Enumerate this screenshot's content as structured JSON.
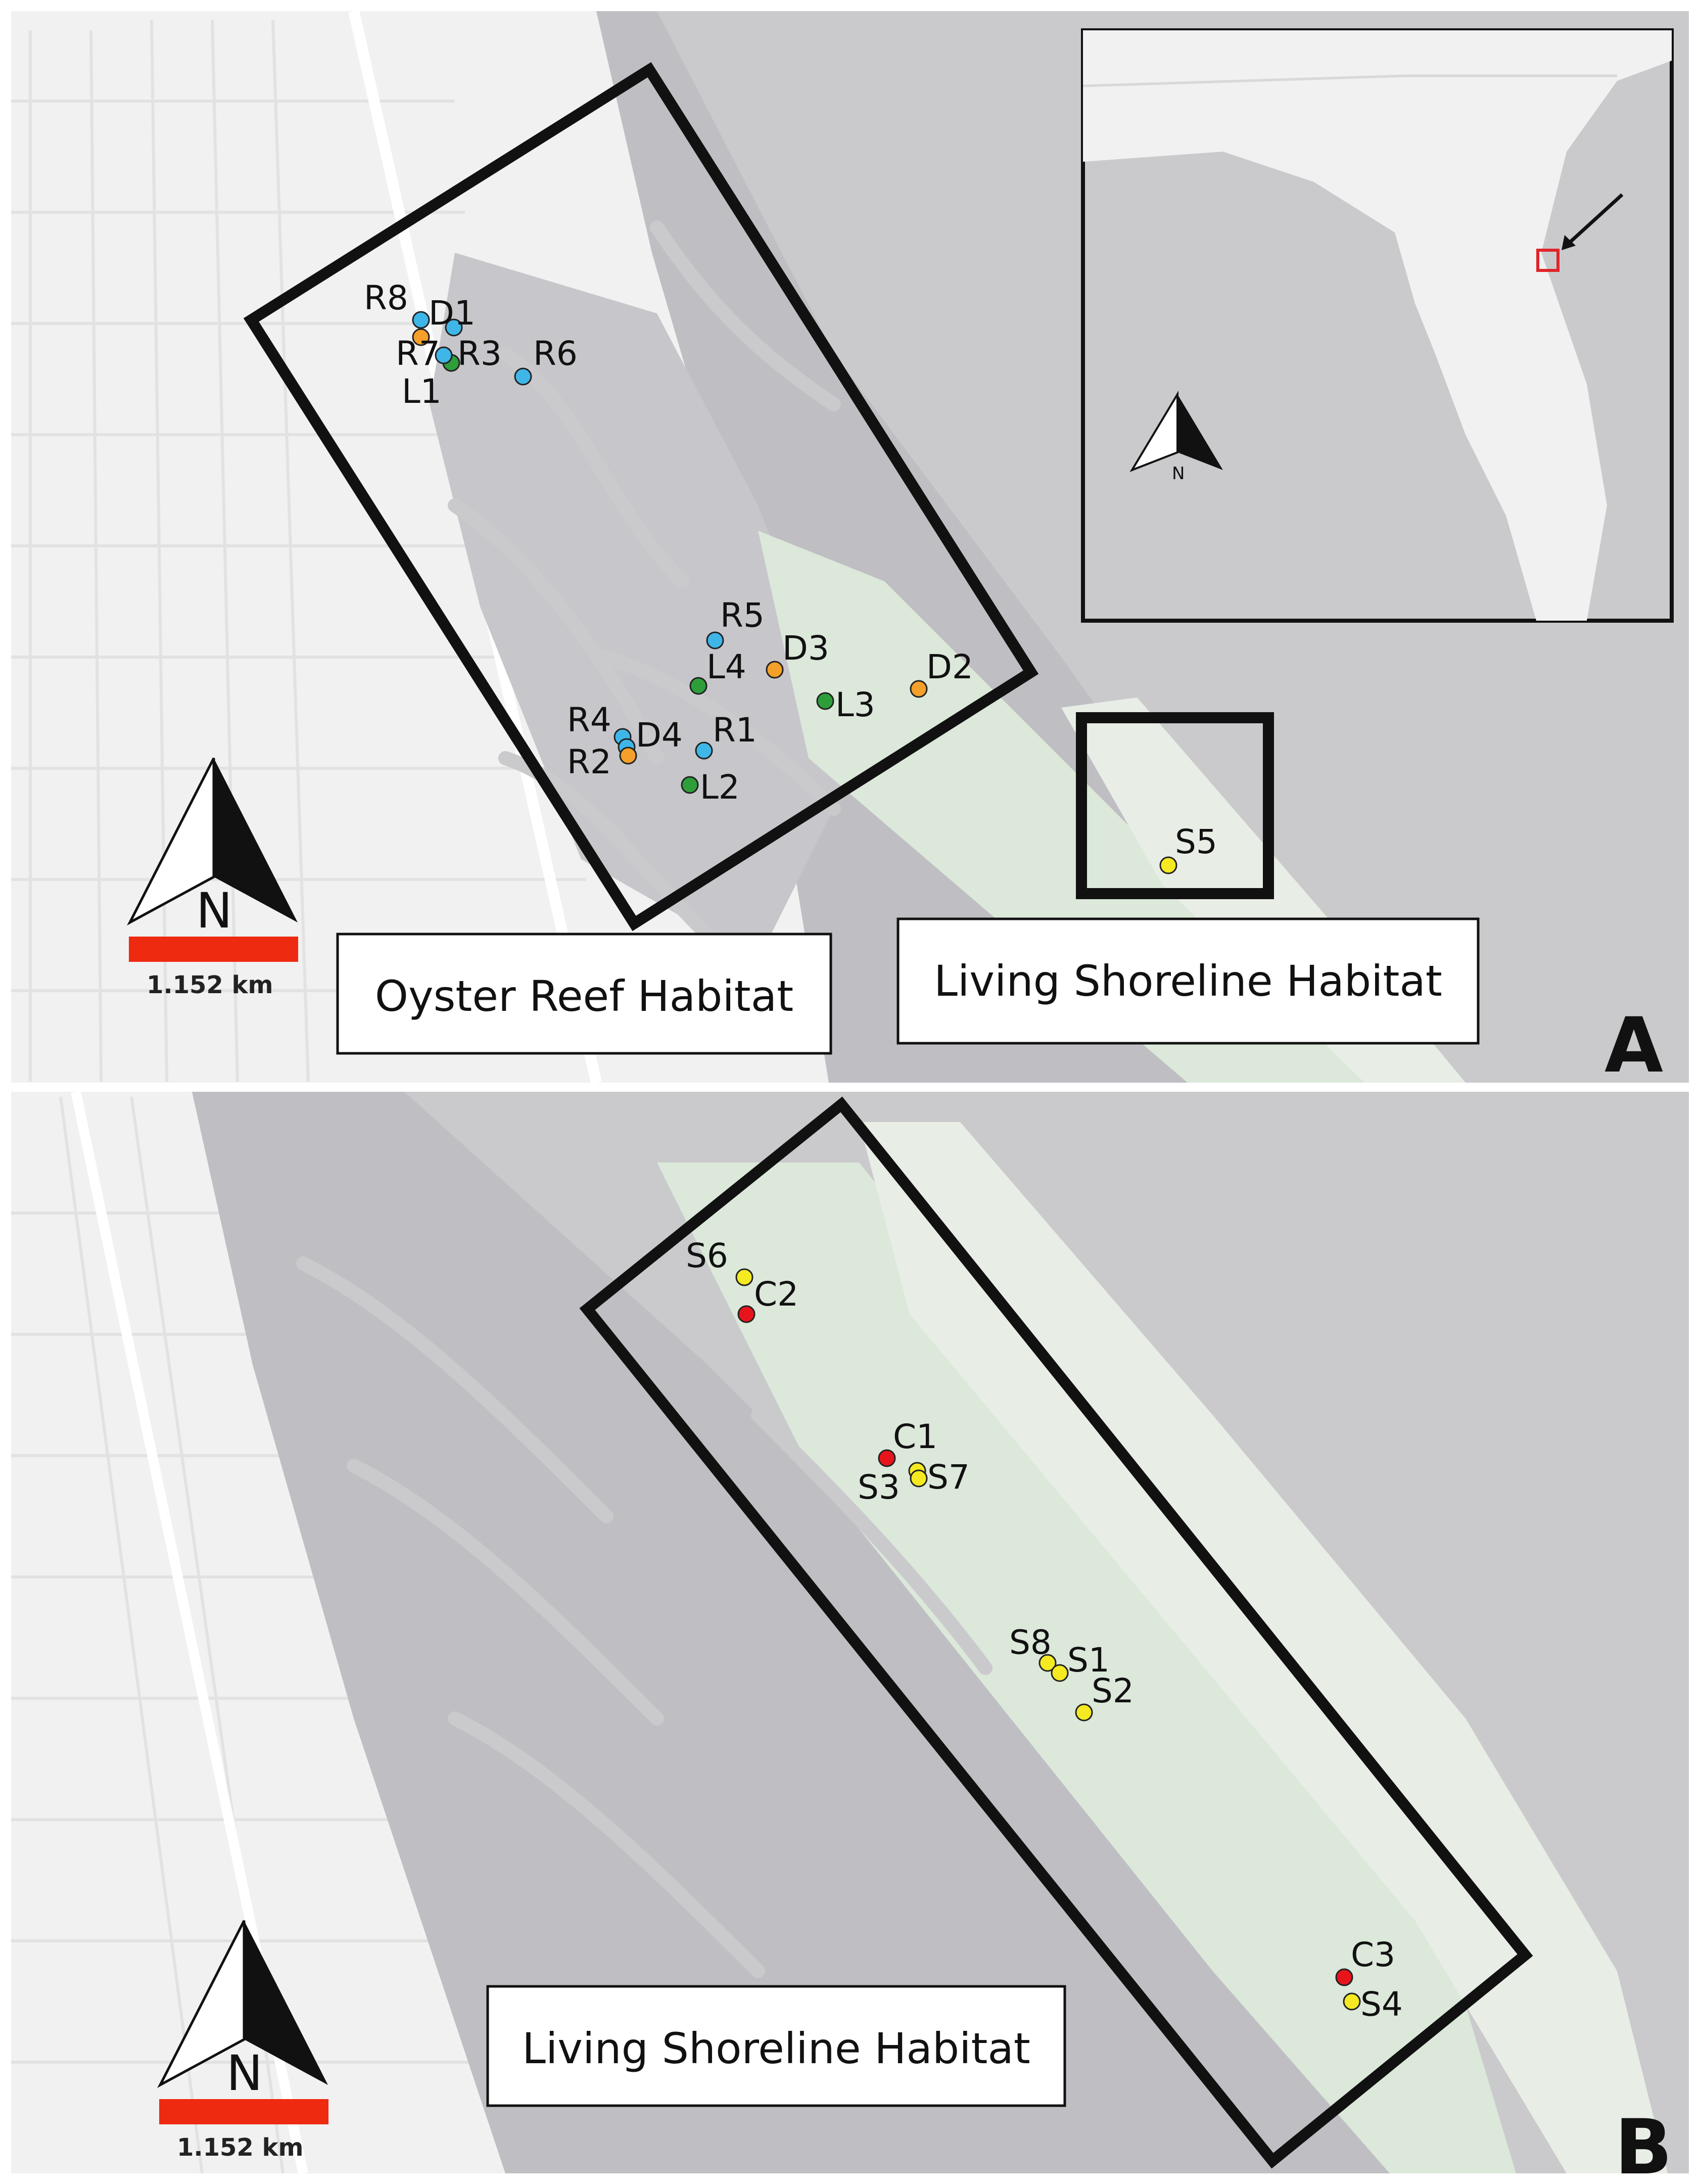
{
  "panels": {
    "a": {
      "letter": "A",
      "habitat_labels": [
        "Oyster Reef Habitat",
        "Living Shoreline Habitat"
      ],
      "scale_label": "1.152 km",
      "north_label": "N",
      "inset_north_label": "N",
      "sites": [
        {
          "id": "R8",
          "color": "#3fb6e8"
        },
        {
          "id": "D1",
          "color": "#3fb6e8"
        },
        {
          "id": "R7",
          "color": "#f4a02a"
        },
        {
          "id": "R3",
          "color": "#2e9e3a"
        },
        {
          "id": "L1",
          "color": "#3fb6e8"
        },
        {
          "id": "R6",
          "color": "#3fb6e8"
        },
        {
          "id": "R5",
          "color": "#3fb6e8"
        },
        {
          "id": "D3",
          "color": "#f4a02a"
        },
        {
          "id": "L4",
          "color": "#2e9e3a"
        },
        {
          "id": "D2",
          "color": "#f4a02a"
        },
        {
          "id": "L3",
          "color": "#2e9e3a"
        },
        {
          "id": "R4",
          "color": "#3fb6e8"
        },
        {
          "id": "D4",
          "color": "#3fb6e8"
        },
        {
          "id": "R1",
          "color": "#3fb6e8"
        },
        {
          "id": "R2",
          "color": "#f4a02a"
        },
        {
          "id": "L2",
          "color": "#2e9e3a"
        },
        {
          "id": "S5",
          "color": "#f5ea22"
        }
      ]
    },
    "b": {
      "letter": "B",
      "habitat_label": "Living Shoreline Habitat",
      "scale_label": "1.152 km",
      "north_label": "N",
      "sites": [
        {
          "id": "S6",
          "color": "#f5ea22"
        },
        {
          "id": "C2",
          "color": "#e8141c"
        },
        {
          "id": "C1",
          "color": "#e8141c"
        },
        {
          "id": "S3",
          "color": "#f5ea22"
        },
        {
          "id": "S7",
          "color": "#f5ea22"
        },
        {
          "id": "S8",
          "color": "#f5ea22"
        },
        {
          "id": "S1",
          "color": "#f5ea22"
        },
        {
          "id": "S2",
          "color": "#f5ea22"
        },
        {
          "id": "C3",
          "color": "#e8141c"
        },
        {
          "id": "S4",
          "color": "#f5ea22"
        }
      ]
    }
  },
  "colors": {
    "water": "#cacacd",
    "land": "#f1f1f1",
    "marsh": "#bfbfc3",
    "park": "#dbe8da",
    "scale_bar": "#ee2a10",
    "inset_marker": "#e0242a"
  }
}
